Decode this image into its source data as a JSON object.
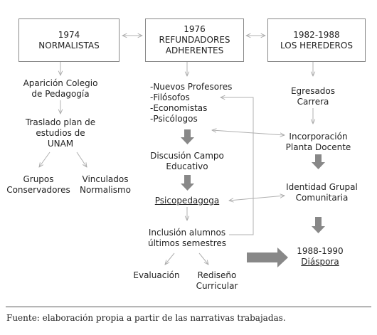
{
  "boxes": {
    "normalistas": {
      "year": "1974",
      "name": "NORMALISTAS"
    },
    "refundadores": {
      "year": "1976",
      "name_line1": "REFUNDADORES",
      "name_line2": "ADHERENTES"
    },
    "herederos": {
      "year": "1982-1988",
      "name": "LOS HEREDEROS"
    }
  },
  "left_column": {
    "aparicion_1": "Aparición Colegio",
    "aparicion_2": "de Pedagogía",
    "traslado_1": "Traslado plan de",
    "traslado_2": "estudios de",
    "traslado_3": "UNAM",
    "grupos_1": "Grupos",
    "grupos_2": "Conservadores",
    "vinculados_1": "Vinculados",
    "vinculados_2": "Normalismo"
  },
  "center_column": {
    "list": [
      "-Nuevos Profesores",
      "-Filósofos",
      "-Economistas",
      "-Psicólogos"
    ],
    "discusion_1": "Discusión Campo",
    "discusion_2": "Educativo",
    "psicopedagoga": "Psicopedagoga",
    "inclusion_1": "Inclusión alumnos",
    "inclusion_2": "últimos semestres",
    "evaluacion": "Evaluación",
    "rediseno_1": "Rediseño",
    "rediseno_2": "Curricular"
  },
  "right_column": {
    "egresados_1": "Egresados",
    "egresados_2": "Carrera",
    "incorporacion_1": "Incorporación",
    "incorporacion_2": "Planta Docente",
    "identidad_1": "Identidad Grupal",
    "identidad_2": "Comunitaria",
    "diaspora_year": "1988-1990",
    "diaspora": "Diáspora"
  },
  "source": "Fuente: elaboración propia a partir de las narrativas trabajadas."
}
